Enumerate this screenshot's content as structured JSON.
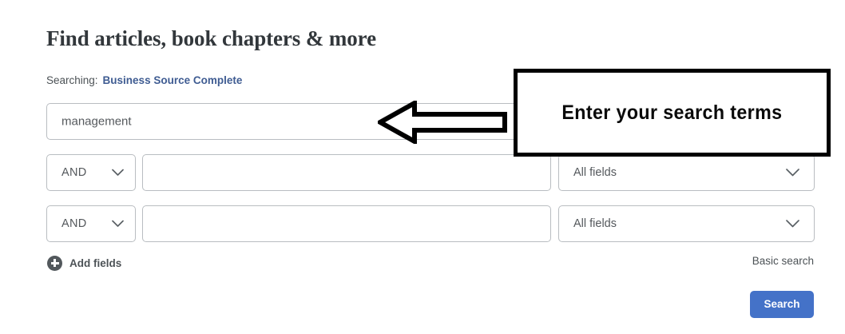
{
  "page": {
    "title": "Find articles, book chapters & more",
    "background_color": "#ffffff"
  },
  "searching": {
    "label": "Searching:",
    "database": "Business Source Complete",
    "link_color": "#3f5c92"
  },
  "search_rows": [
    {
      "id": "row-1",
      "boolean_operator": null,
      "term_value": "management",
      "term_placeholder": "",
      "field_scope": null
    },
    {
      "id": "row-2",
      "boolean_operator": "AND",
      "term_value": "",
      "term_placeholder": "",
      "field_scope": "All fields"
    },
    {
      "id": "row-3",
      "boolean_operator": "AND",
      "term_value": "",
      "term_placeholder": "",
      "field_scope": "All fields"
    }
  ],
  "actions": {
    "add_fields_label": "Add fields",
    "add_fields_icon": "plus-circle-icon",
    "basic_search_label": "Basic search",
    "search_button_label": "Search",
    "search_button_color": "#4472c8"
  },
  "icons": {
    "chevron_down": "chevron-down-icon",
    "plus_circle": "plus-circle-icon",
    "callout_arrow": "left-arrow-icon"
  },
  "annotation": {
    "callout_text": "Enter your search terms",
    "border_color": "#000000",
    "arrow_direction": "left"
  }
}
